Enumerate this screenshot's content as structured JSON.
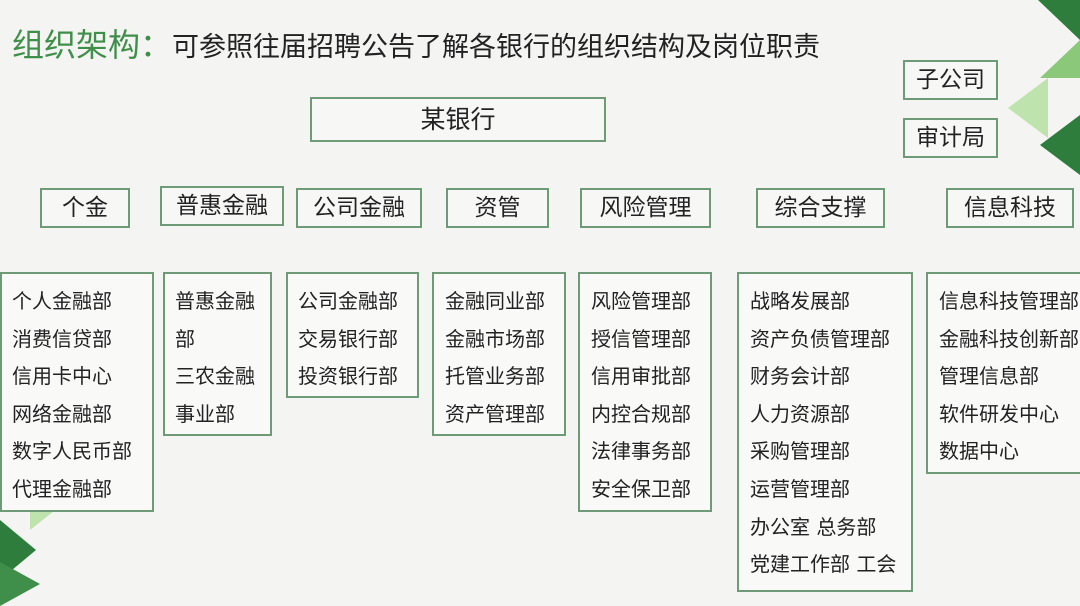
{
  "title": {
    "prefix": "组织架构：",
    "rest": "可参照往届招聘公告了解各银行的组织结构及岗位职责"
  },
  "root": "某银行",
  "side_boxes": [
    "子公司",
    "审计局"
  ],
  "categories": [
    {
      "name": "个金",
      "items": [
        "个人金融部",
        "消费信贷部",
        "信用卡中心",
        "网络金融部",
        "数字人民币部",
        "代理金融部"
      ]
    },
    {
      "name": "普惠金融",
      "items": [
        "普惠金融",
        "部",
        "三农金融",
        "事业部"
      ]
    },
    {
      "name": "公司金融",
      "items": [
        "公司金融部",
        "交易银行部",
        "投资银行部"
      ]
    },
    {
      "name": "资管",
      "items": [
        "金融同业部",
        "金融市场部",
        "托管业务部",
        "资产管理部"
      ]
    },
    {
      "name": "风险管理",
      "items": [
        "风险管理部",
        "授信管理部",
        "信用审批部",
        "内控合规部",
        "法律事务部",
        "安全保卫部"
      ]
    },
    {
      "name": "综合支撑",
      "items": [
        "战略发展部",
        "资产负债管理部",
        "财务会计部",
        "人力资源部",
        "采购管理部",
        "运营管理部",
        "办公室 总务部",
        "党建工作部 工会"
      ]
    },
    {
      "name": "信息科技",
      "items": [
        "信息科技管理部",
        "金融科技创新部",
        "管理信息部",
        "软件研发中心",
        "数据中心"
      ]
    }
  ],
  "colors": {
    "accent_green": "#3f8f4a",
    "border": "#6f9a78",
    "deco_dark": "#2f7d3c",
    "deco_light": "#9dd08a"
  }
}
